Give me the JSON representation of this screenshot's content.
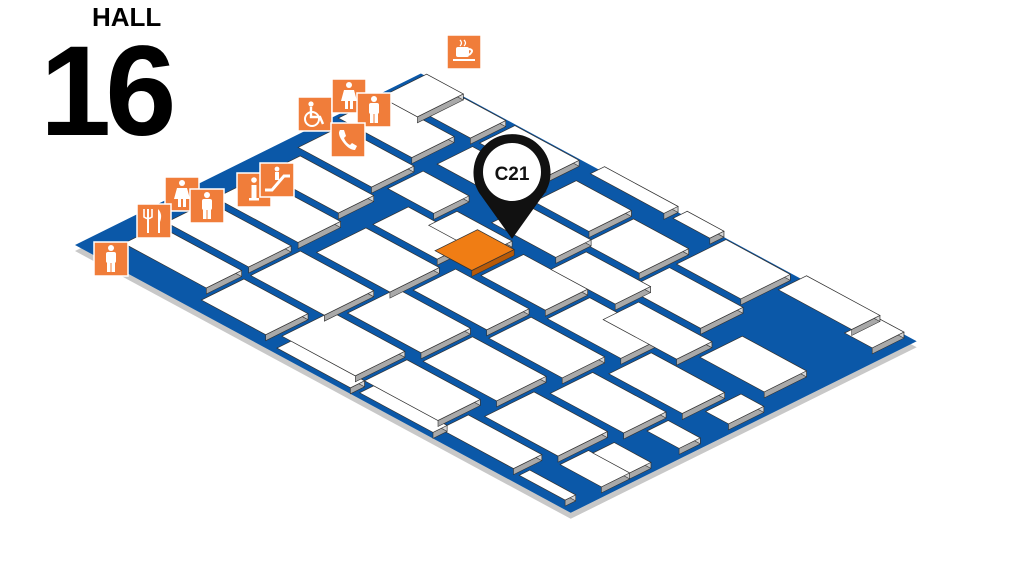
{
  "hall": {
    "label": "HALL",
    "number": "16"
  },
  "marker": {
    "booth": "C21",
    "color": "#f07d14"
  },
  "colors": {
    "aisle": "#0b58a8",
    "booth_top": "#ffffff",
    "booth_side": "#a9a9a9",
    "icon_bg": "#f07d3a"
  },
  "facilities": [
    {
      "icon": "coffee-icon"
    },
    {
      "icon": "wheelchair-icon"
    },
    {
      "icon": "womens-restroom-icon"
    },
    {
      "icon": "mens-restroom-icon"
    },
    {
      "icon": "telephone-icon"
    },
    {
      "icon": "information-icon"
    },
    {
      "icon": "escalator-icon"
    },
    {
      "icon": "womens-restroom-icon"
    },
    {
      "icon": "mens-restroom-icon"
    },
    {
      "icon": "restaurant-icon"
    },
    {
      "icon": "mens-restroom-icon"
    }
  ]
}
